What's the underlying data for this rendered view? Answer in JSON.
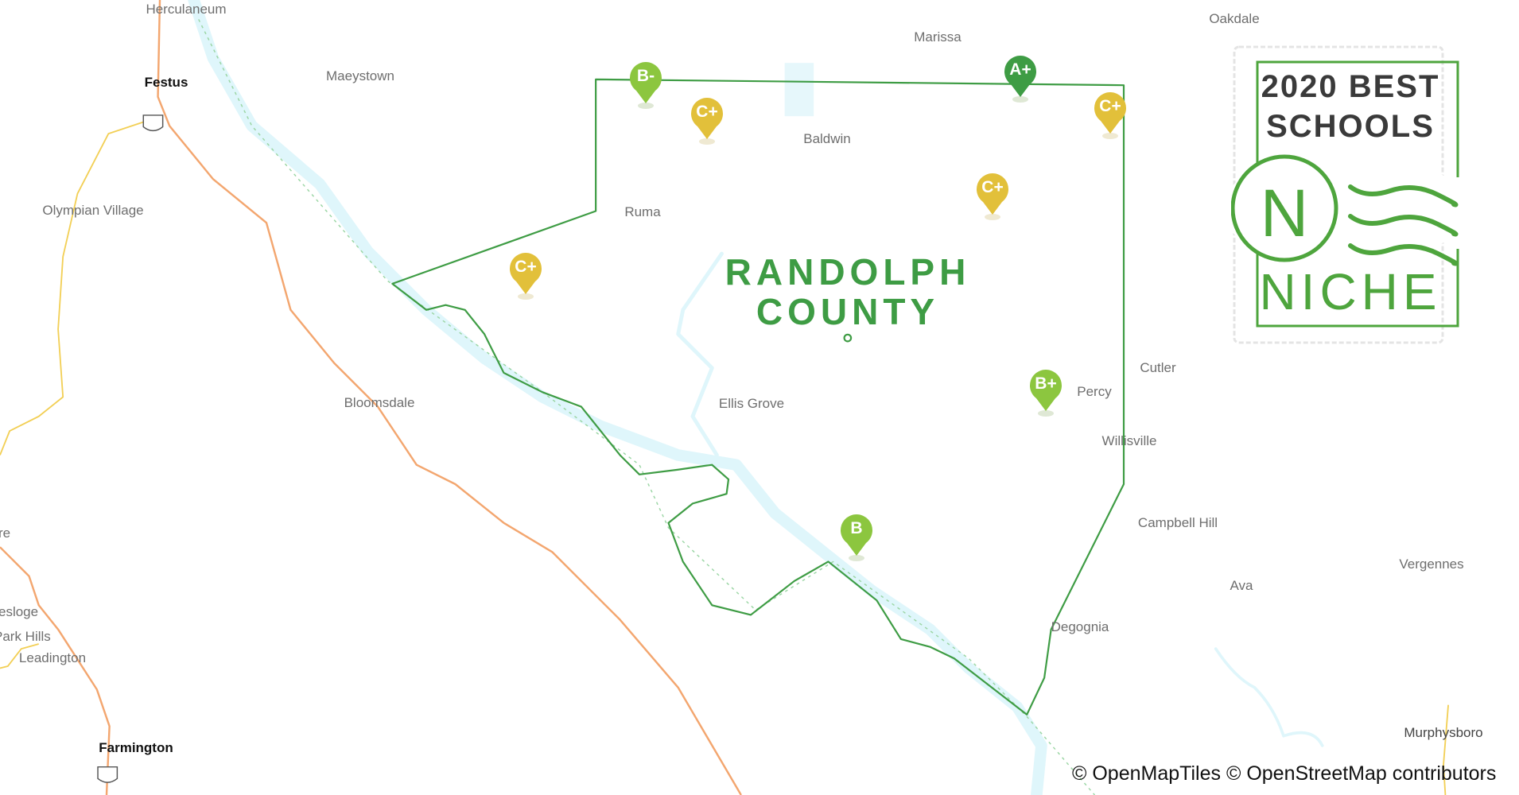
{
  "map": {
    "county_title_line1": "RANDOLPH",
    "county_title_line2": "COUNTY",
    "places": [
      {
        "name": "Herculaneum",
        "bold": false
      },
      {
        "name": "Festus",
        "bold": true
      },
      {
        "name": "Maeystown",
        "bold": false
      },
      {
        "name": "Olympian Village",
        "bold": false
      },
      {
        "name": "Marissa",
        "bold": false
      },
      {
        "name": "Oakdale",
        "bold": false
      },
      {
        "name": "Baldwin",
        "bold": false
      },
      {
        "name": "Ruma",
        "bold": false
      },
      {
        "name": "Bloomsdale",
        "bold": false
      },
      {
        "name": "Ellis Grove",
        "bold": false
      },
      {
        "name": "Percy",
        "bold": false
      },
      {
        "name": "Cutler",
        "bold": false
      },
      {
        "name": "Willisville",
        "bold": false
      },
      {
        "name": "Campbell Hill",
        "bold": false
      },
      {
        "name": "Vergennes",
        "bold": false
      },
      {
        "name": "Ava",
        "bold": false
      },
      {
        "name": "Degognia",
        "bold": false
      },
      {
        "name": "Farmington",
        "bold": true
      },
      {
        "name": "Leadington",
        "bold": false
      },
      {
        "name": "Park Hills",
        "bold": false
      },
      {
        "name": "esloge",
        "bold": false
      },
      {
        "name": "re",
        "bold": false
      },
      {
        "name": "Murphysboro",
        "bold": false
      }
    ],
    "grade_markers": [
      {
        "grade": "B-",
        "color": "#8cc63f"
      },
      {
        "grade": "A+",
        "color": "#3e9c44"
      },
      {
        "grade": "C+",
        "color": "#e2c03a"
      },
      {
        "grade": "C+",
        "color": "#e2c03a"
      },
      {
        "grade": "C+",
        "color": "#e2c03a"
      },
      {
        "grade": "C+",
        "color": "#e2c03a"
      },
      {
        "grade": "B+",
        "color": "#8cc63f"
      },
      {
        "grade": "B",
        "color": "#8cc63f"
      }
    ],
    "attribution": "© OpenMapTiles © OpenStreetMap contributors"
  },
  "badge": {
    "line1": "2020 BEST",
    "line2": "SCHOOLS",
    "logo_letter": "N",
    "brand": "NICHE"
  },
  "colors": {
    "accent": "#3e9c44",
    "water": "#dff6fb",
    "road_major": "#f3a66f",
    "road_minor": "#f2cf55"
  }
}
